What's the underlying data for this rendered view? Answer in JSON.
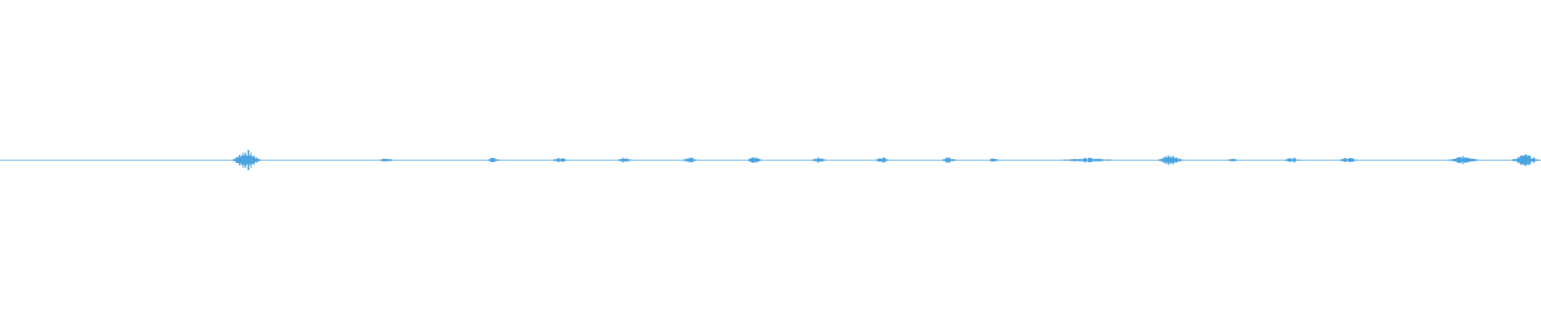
{
  "waveform": {
    "color": "#4aa3df",
    "bursts": [
      {
        "center": 307,
        "half_width": 20,
        "amplitude": 0.068
      },
      {
        "center": 481,
        "half_width": 12,
        "amplitude": 0.015
      },
      {
        "center": 615,
        "half_width": 12,
        "amplitude": 0.015
      },
      {
        "center": 698,
        "half_width": 13,
        "amplitude": 0.017
      },
      {
        "center": 778,
        "half_width": 12,
        "amplitude": 0.021
      },
      {
        "center": 859,
        "half_width": 12,
        "amplitude": 0.022
      },
      {
        "center": 940,
        "half_width": 12,
        "amplitude": 0.021
      },
      {
        "center": 1020,
        "half_width": 12,
        "amplitude": 0.02
      },
      {
        "center": 1099,
        "half_width": 12,
        "amplitude": 0.022
      },
      {
        "center": 1182,
        "half_width": 12,
        "amplitude": 0.019
      },
      {
        "center": 1238,
        "half_width": 10,
        "amplitude": 0.014
      },
      {
        "center": 1355,
        "half_width": 48,
        "amplitude": 0.015
      },
      {
        "center": 1458,
        "half_width": 18,
        "amplitude": 0.04
      },
      {
        "center": 1536,
        "half_width": 9,
        "amplitude": 0.012
      },
      {
        "center": 1610,
        "half_width": 14,
        "amplitude": 0.018
      },
      {
        "center": 1680,
        "half_width": 16,
        "amplitude": 0.017
      },
      {
        "center": 1825,
        "half_width": 24,
        "amplitude": 0.027
      },
      {
        "center": 1900,
        "half_width": 20,
        "amplitude": 0.04
      }
    ]
  }
}
